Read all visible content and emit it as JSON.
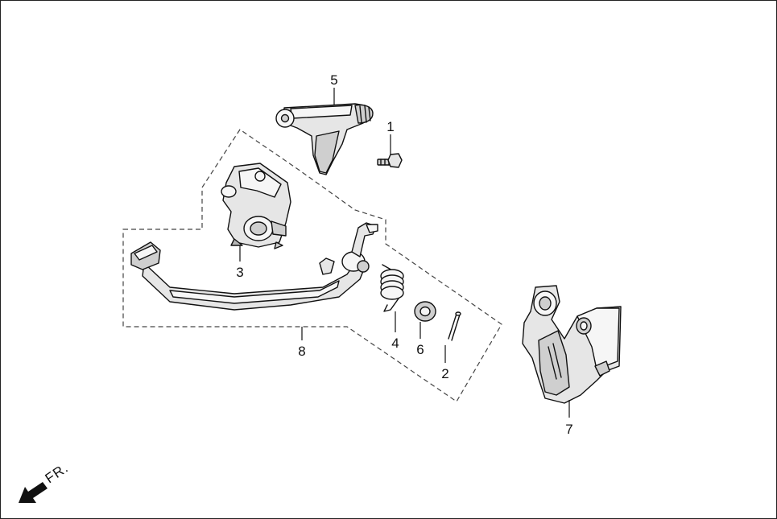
{
  "callouts": {
    "c1": "1",
    "c2": "2",
    "c3": "3",
    "c4": "4",
    "c5": "5",
    "c6": "6",
    "c7": "7",
    "c8": "8"
  },
  "direction": {
    "label": "FR.",
    "icon": "front-direction-arrow-icon"
  }
}
